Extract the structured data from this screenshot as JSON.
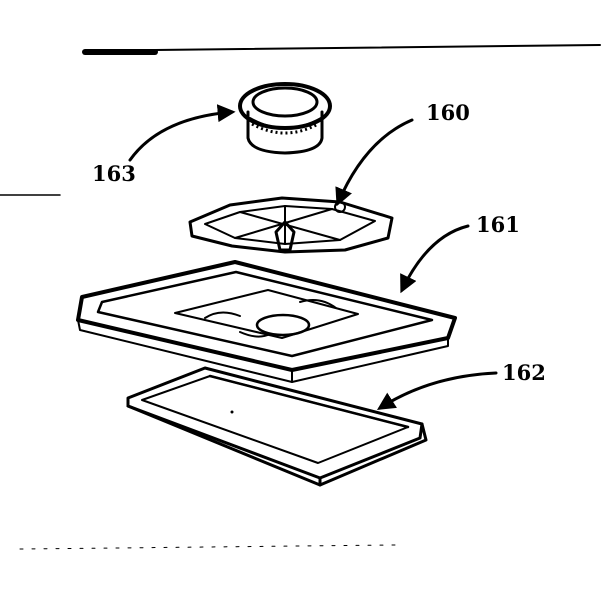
{
  "diagram": {
    "labels": {
      "burner_cap": "163",
      "burner_head": "160",
      "grate_tray": "161",
      "drip_pan": "162"
    }
  }
}
